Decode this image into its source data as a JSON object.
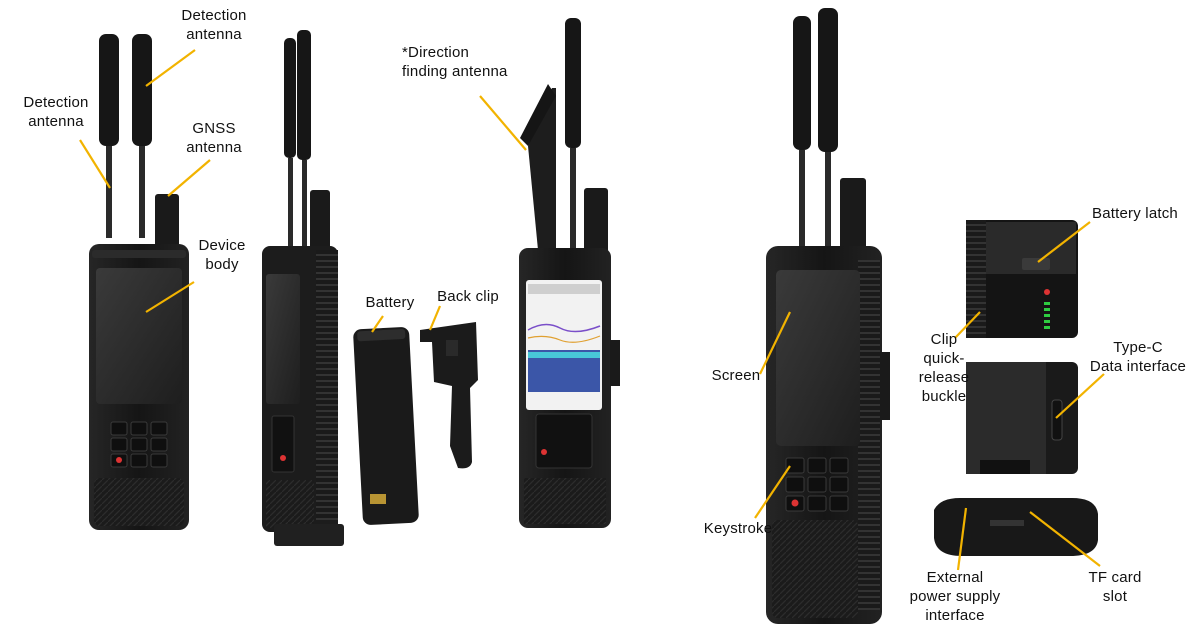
{
  "colors": {
    "leader_line": "#f2b300",
    "device_body": "#1c1c1c",
    "device_edge": "#2e2e2e",
    "screen": "#2a2a2a",
    "led": "#2ecc40",
    "power_key": "#d33"
  },
  "icons": [
    "antenna-icon",
    "keypad-icon",
    "power-button-icon",
    "led-indicator-icon"
  ],
  "labels": {
    "detection_antenna_top": "Detection\nantenna",
    "detection_antenna_left": "Detection\nantenna",
    "gnss_antenna": "GNSS\nantenna",
    "device_body": "Device\nbody",
    "battery": "Battery",
    "back_clip": "Back clip",
    "direction_finding_antenna": "*Direction\nfinding antenna",
    "screen": "Screen",
    "keystroke": "Keystroke",
    "battery_latch": "Battery latch",
    "clip_release": "Clip\nquick-\nrelease\nbuckle",
    "type_c": "Type-C\nData interface",
    "external_power": "External\npower supply\ninterface",
    "tf_card": "TF card\nslot"
  }
}
